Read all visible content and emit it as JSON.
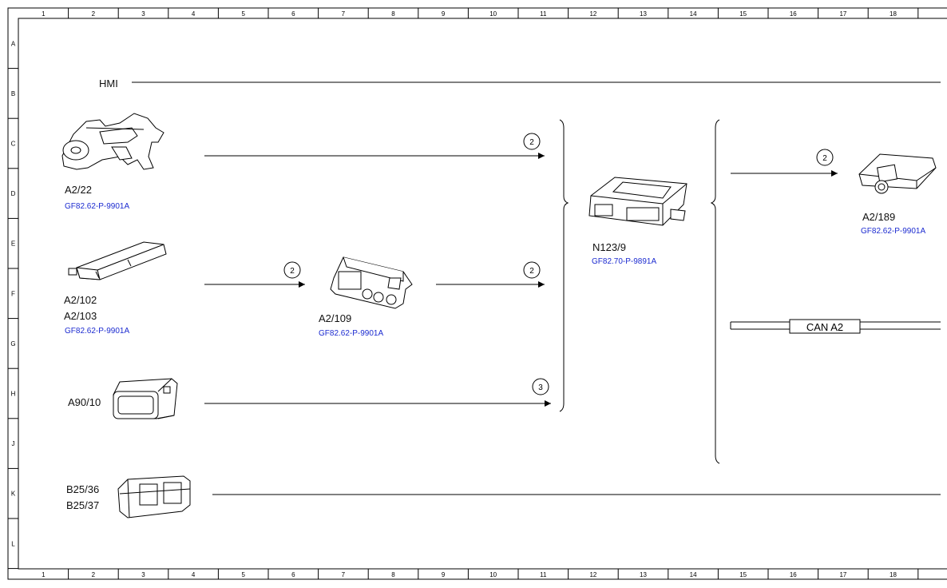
{
  "grid": {
    "columns": [
      "1",
      "2",
      "3",
      "4",
      "5",
      "6",
      "7",
      "8",
      "9",
      "10",
      "11",
      "12",
      "13",
      "14",
      "15",
      "16",
      "17",
      "18"
    ],
    "rows": [
      "A",
      "B",
      "C",
      "D",
      "E",
      "F",
      "G",
      "H",
      "J",
      "K",
      "L"
    ]
  },
  "bus": {
    "hmi_label": "HMI",
    "can_label": "CAN A2"
  },
  "components": {
    "a2_22": {
      "label": "A2/22",
      "ref": "GF82.62-P-9901A",
      "arrow_num": "2"
    },
    "a2_102": {
      "label1": "A2/102",
      "label2": "A2/103",
      "ref": "GF82.62-P-9901A",
      "arrow_num": "2"
    },
    "a2_109": {
      "label": "A2/109",
      "ref": "GF82.62-P-9901A",
      "arrow_num": "2"
    },
    "a90_10": {
      "label": "A90/10",
      "arrow_num": "3"
    },
    "b25": {
      "label1": "B25/36",
      "label2": "B25/37"
    },
    "n123_9": {
      "label": "N123/9",
      "ref": "GF82.70-P-9891A"
    },
    "a2_189": {
      "label": "A2/189",
      "ref": "GF82.62-P-9901A",
      "arrow_num": "2"
    }
  },
  "colors": {
    "link": "#1c2bd0",
    "line": "#000000"
  }
}
